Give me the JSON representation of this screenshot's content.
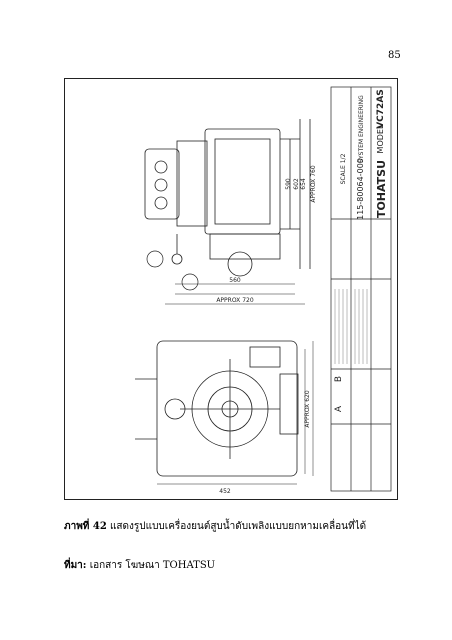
{
  "page_number": "85",
  "drawing": {
    "title_block": {
      "model_label": "MODEL",
      "model": "VC72AS",
      "system": "SYSTEM ENGINEERING",
      "part_no": "115-80064-000",
      "brand": "TOHATSU",
      "scale": "SCALE 1/2",
      "view_a_label": "A",
      "view_b_label": "B"
    },
    "dimensions": {
      "d1": "590",
      "d2": "602",
      "d3": "654",
      "d4": "APPROX 760",
      "d5": "560",
      "d6": "APPROX 720",
      "d7": "APPROX 620",
      "d8": "452"
    }
  },
  "caption": {
    "label": "ภาพที่ 42",
    "text": "แสดงรูปแบบเครื่องยนต์สูบน้ำดับเพลิงแบบยกหามเคลื่อนที่ได้"
  },
  "source": {
    "label": "ที่มา:",
    "text": "เอกสาร โฆษณา TOHATSU"
  }
}
